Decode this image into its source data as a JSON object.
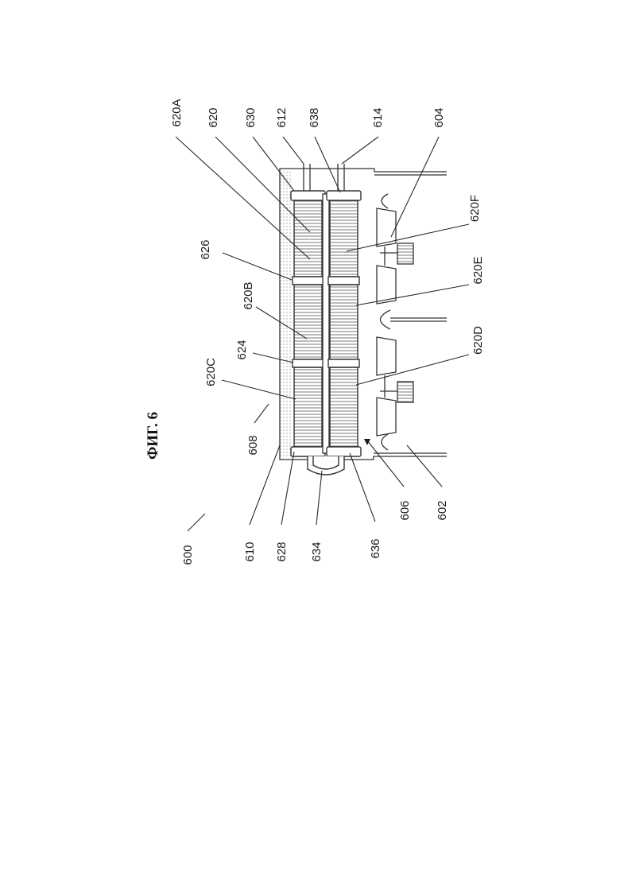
{
  "figure": {
    "title": "ФИГ. 6",
    "labels": {
      "l600": "600",
      "l610": "610",
      "l628": "628",
      "l634": "634",
      "l636": "636",
      "l606": "606",
      "l602": "602",
      "l608": "608",
      "l620C": "620C",
      "l624": "624",
      "l620B": "620B",
      "l626": "626",
      "l620A": "620A",
      "l620": "620",
      "l630": "630",
      "l612": "612",
      "l638": "638",
      "l614": "614",
      "l604": "604",
      "l620F": "620F",
      "l620E": "620E",
      "l620D": "620D"
    }
  },
  "colors": {
    "line": "#333333",
    "hatch": "#6a6a6a",
    "module_fill": "#e9e9e9",
    "band_fill": "#ffffff",
    "background": "#ffffff"
  }
}
